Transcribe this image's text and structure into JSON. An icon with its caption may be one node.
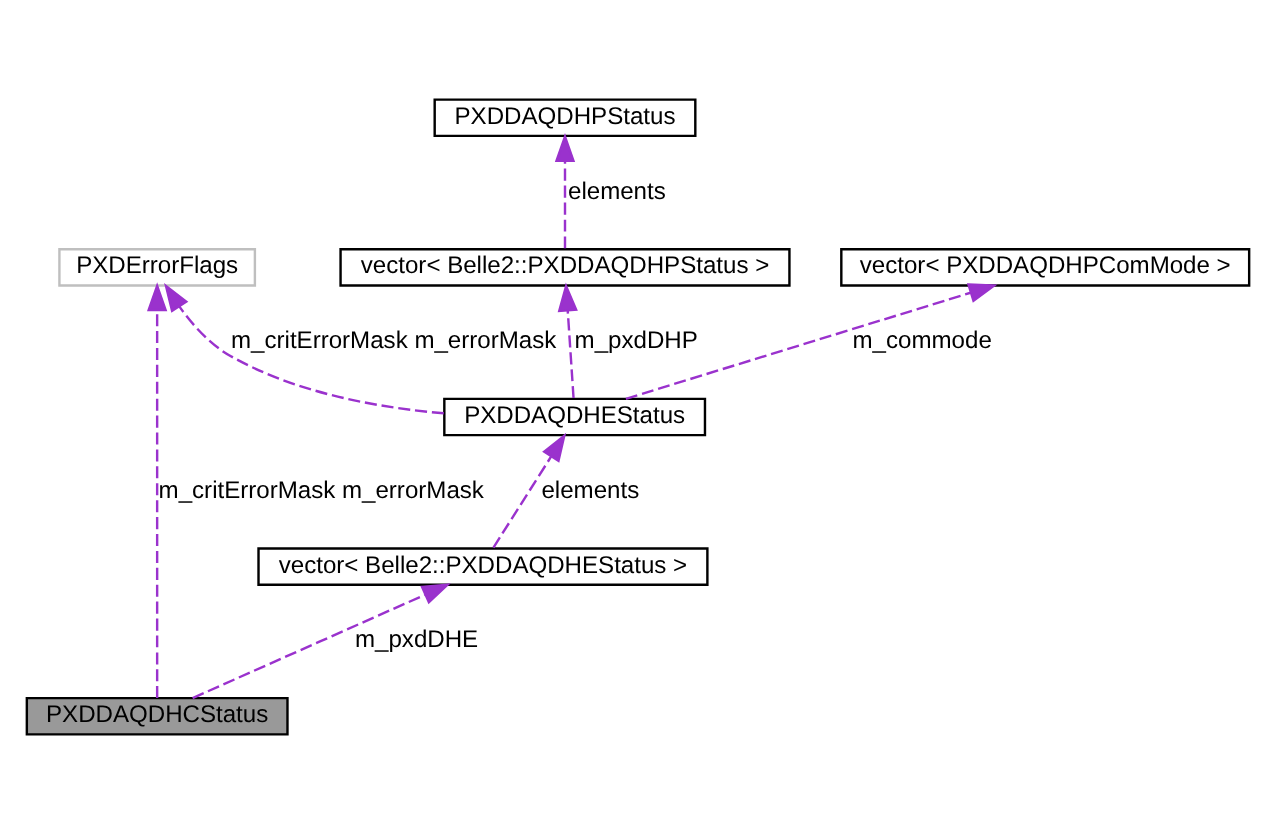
{
  "diagram": {
    "nodes": [
      {
        "text": [
          "PXDDAQDHPStatus"
        ]
      },
      {
        "text": [
          "PXDErrorFlags"
        ]
      },
      {
        "text": [
          "vector< Belle2::PXDDAQDHPStatus >"
        ]
      },
      {
        "text": [
          "vector< PXDDAQDHPComMode >"
        ]
      },
      {
        "text": [
          "PXDDAQDHEStatus"
        ]
      },
      {
        "text": [
          "vector< Belle2::PXDDAQDHEStatus >"
        ]
      },
      {
        "text": [
          "PXDDAQDHCStatus"
        ]
      }
    ],
    "edges": [
      {
        "from": 2,
        "to": 0,
        "arrow": "to",
        "label": "elements",
        "style": "dashed"
      },
      {
        "from": 4,
        "to": 1,
        "arrow": "to",
        "label": "m_critErrorMask m_errorMask",
        "style": "dashed"
      },
      {
        "from": 4,
        "to": 2,
        "arrow": "to",
        "label": "m_pxdDHP",
        "style": "dashed"
      },
      {
        "from": 4,
        "to": 3,
        "arrow": "to",
        "label": "m_commode",
        "style": "dashed"
      },
      {
        "from": 5,
        "to": 4,
        "arrow": "to",
        "label": "elements",
        "style": "dashed"
      },
      {
        "from": 6,
        "to": 1,
        "arrow": "to",
        "label": "m_critErrorMask m_errorMask",
        "style": "dashed"
      },
      {
        "from": 6,
        "to": 5,
        "arrow": "to",
        "label": "m_pxdDHE",
        "style": "dashed"
      }
    ]
  }
}
